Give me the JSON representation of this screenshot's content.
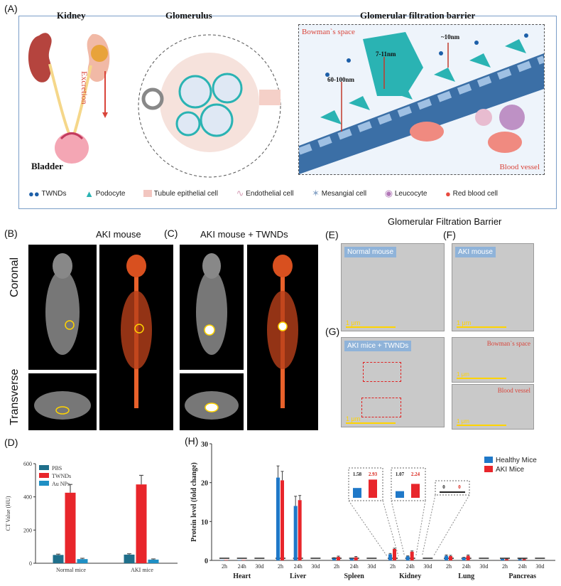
{
  "panel_a": {
    "label": "(A)",
    "kidney": "Kidney",
    "bladder": "Bladder",
    "excretion": "Excretion",
    "glomerulus": "Glomerulus",
    "barrier_title": "Glomerular filtration barrier",
    "bowman": "Bowman`s space",
    "blood_vessel": "Blood vessel",
    "size_1": "60-100nm",
    "size_2": "7-11nm",
    "size_3": "~10nm",
    "legend": [
      "TWNDs",
      "Podocyte",
      "Tubule epithelial cell",
      "Endothelial cell",
      "Mesangial cell",
      "Leucocyte",
      "Red blood cell"
    ],
    "colors": {
      "twnd": "#1d5fa8",
      "podocyte": "#2ab3b3",
      "tubule": "#f2c6c0",
      "endothelial": "#e8b8c8",
      "mesangial": "#8aa6c8",
      "leucocyte": "#b278b8",
      "rbc": "#e84a3f"
    }
  },
  "panel_b": {
    "label": "(B)",
    "title": "AKI mouse",
    "coronal": "Coronal",
    "transverse": "Transverse"
  },
  "panel_c": {
    "label": "(C)",
    "title": "AKI mouse + TWNDs"
  },
  "gfb_title": "Glomerular Filtration Barrier",
  "panel_e": {
    "label": "(E)",
    "tag": "Normal mouse",
    "scale": "1 μm"
  },
  "panel_f": {
    "label": "(F)",
    "tag": "AKI mouse",
    "scale": "1 μm"
  },
  "panel_g": {
    "label": "(G)",
    "tag": "AKI mice + TWNDs",
    "scale": "1 μm",
    "bowman": "Bowman`s space",
    "vessel": "Blood vessel",
    "inset_scale": "1 μm"
  },
  "panel_d": {
    "label": "(D)"
  },
  "panel_h": {
    "label": "(H)"
  },
  "chart_data": [
    {
      "type": "bar",
      "ylabel": "CT Value (HU)",
      "categories": [
        "Normal mice",
        "AKI mice"
      ],
      "ylim": [
        0,
        600
      ],
      "yticks": [
        0,
        200,
        400,
        600
      ],
      "series": [
        {
          "name": "PBS",
          "values": [
            50,
            52
          ],
          "errors": [
            5,
            5
          ],
          "color": "#1f6f8b"
        },
        {
          "name": "TWNDs",
          "values": [
            425,
            475
          ],
          "errors": [
            50,
            55
          ],
          "color": "#e8262b"
        },
        {
          "name": "Au NPs",
          "values": [
            25,
            22
          ],
          "errors": [
            5,
            4
          ],
          "color": "#1f8fc4"
        }
      ],
      "legend": "top-left"
    },
    {
      "type": "bar",
      "ylabel": "Protein level (fold change)",
      "ylim": [
        0,
        30
      ],
      "yticks": [
        0,
        10,
        20,
        30
      ],
      "organs": [
        "Heart",
        "Liver",
        "Spleen",
        "Kidney",
        "Lung",
        "Pancreas"
      ],
      "timepoints": [
        "2h",
        "24h",
        "30d"
      ],
      "series": [
        {
          "name": "Healthy Mice",
          "color": "#1f78c8",
          "values": [
            [
              0.1,
              0.1,
              0
            ],
            [
              21.3,
              14.0,
              0
            ],
            [
              0.5,
              0.5,
              0
            ],
            [
              1.58,
              1.07,
              0
            ],
            [
              1.2,
              0.7,
              0
            ],
            [
              0.4,
              0.3,
              0
            ]
          ],
          "errors": [
            [
              0,
              0,
              0
            ],
            [
              3,
              2.5,
              0
            ],
            [
              0.2,
              0.1,
              0
            ],
            [
              0.2,
              0.1,
              0
            ],
            [
              0.2,
              0.1,
              0
            ],
            [
              0.1,
              0.1,
              0
            ]
          ]
        },
        {
          "name": "AKI Mice",
          "color": "#e8262b",
          "values": [
            [
              0.1,
              0.1,
              0
            ],
            [
              20.6,
              15.5,
              0
            ],
            [
              0.9,
              0.8,
              0
            ],
            [
              2.93,
              2.24,
              0
            ],
            [
              1.1,
              1.2,
              0
            ],
            [
              0.3,
              0.3,
              0
            ]
          ],
          "errors": [
            [
              0,
              0,
              0
            ],
            [
              2.3,
              1.2,
              0
            ],
            [
              0.2,
              0.2,
              0
            ],
            [
              0.2,
              0.2,
              0
            ],
            [
              0.2,
              0.2,
              0
            ],
            [
              0.1,
              0.1,
              0
            ]
          ]
        }
      ],
      "insets": [
        {
          "healthy": "1.58",
          "aki": "2.93"
        },
        {
          "healthy": "1.07",
          "aki": "2.24"
        },
        {
          "healthy": "0",
          "aki": "0"
        }
      ],
      "legend": "top-right"
    }
  ]
}
